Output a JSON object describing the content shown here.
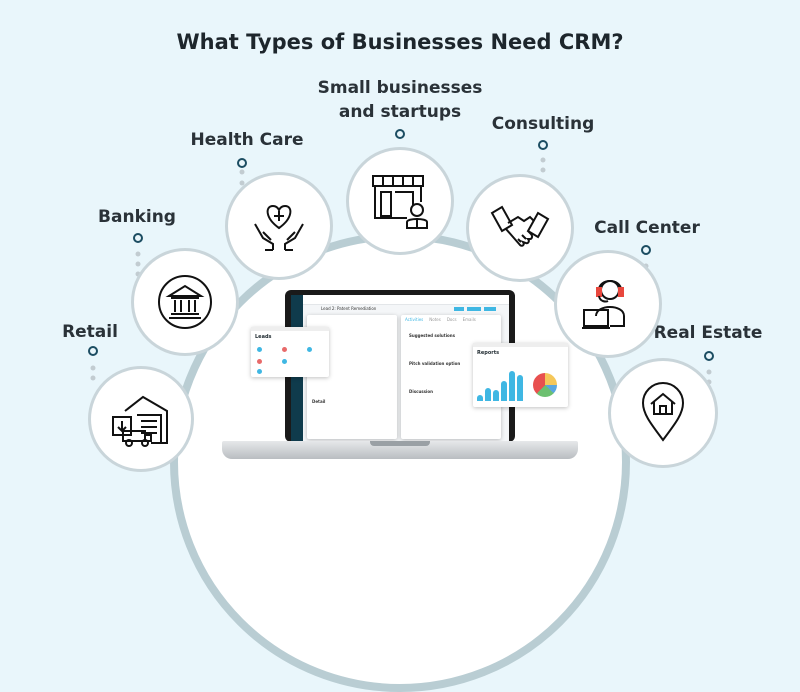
{
  "title": "What Types of Businesses Need CRM?",
  "categories": [
    {
      "id": "retail",
      "label": "Retail",
      "icon": "warehouse-truck-icon"
    },
    {
      "id": "banking",
      "label": "Banking",
      "icon": "bank-icon"
    },
    {
      "id": "health-care",
      "label": "Health Care",
      "icon": "heart-hands-icon"
    },
    {
      "id": "small-business",
      "label_line1": "Small businesses",
      "label_line2": "and startups",
      "icon": "storefront-person-icon"
    },
    {
      "id": "consulting",
      "label": "Consulting",
      "icon": "handshake-icon"
    },
    {
      "id": "call-center",
      "label": "Call Center",
      "icon": "headset-agent-icon"
    },
    {
      "id": "real-estate",
      "label": "Real Estate",
      "icon": "house-pin-icon"
    }
  ],
  "laptop": {
    "breadcrumb": "Lead 2: Patent Remediation",
    "tabs": [
      "Activities",
      "Notes",
      "Docs",
      "Emails"
    ],
    "leads_panel_title": "Leads",
    "reports_panel_title": "Reports",
    "activity_items": [
      "Suggested solutions",
      "Pitch validation option",
      "Discussion"
    ],
    "section_detail": "Detail"
  },
  "colors": {
    "background": "#e9f6fb",
    "accent": "#1c4d62",
    "arc": "#b9cdd3",
    "chart_blue": "#3fb7e3"
  }
}
